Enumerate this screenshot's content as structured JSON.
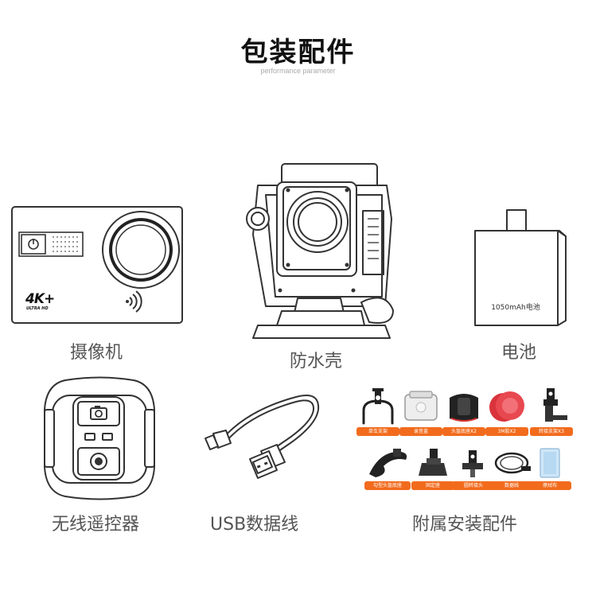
{
  "header": {
    "title": "包装配件",
    "subtitle": "performance parameter"
  },
  "items": {
    "camera": {
      "label": "摄像机",
      "badge_4k": "4K+",
      "badge_uhd": "ULTRA HD"
    },
    "housing": {
      "label": "防水壳"
    },
    "battery": {
      "label": "电池",
      "print": "1050mAh电池"
    },
    "remote": {
      "label": "无线遥控器"
    },
    "usb": {
      "label": "USB数据线"
    },
    "accessories": {
      "label": "附属安装配件",
      "parts": [
        {
          "label": "单车支架",
          "icon": "bike-mount-icon"
        },
        {
          "label": "录音盖",
          "icon": "audio-cover-icon"
        },
        {
          "label": "头盔底座X2",
          "icon": "helmet-base-icon"
        },
        {
          "label": "3M胶X2",
          "icon": "adhesive-3m-icon"
        },
        {
          "label": "转接支架X3",
          "icon": "adapter-bracket-icon"
        },
        {
          "label": "勾型头盔底座",
          "icon": "hook-helmet-base-icon"
        },
        {
          "label": "固定座",
          "icon": "fixed-base-icon"
        },
        {
          "label": "圆转接头",
          "icon": "round-adapter-icon"
        },
        {
          "label": "数据线",
          "icon": "data-cable-icon"
        },
        {
          "label": "擦拭布",
          "icon": "cleaning-cloth-icon"
        }
      ]
    }
  },
  "colors": {
    "tag_bg": "#f26b1d",
    "line": "#333333",
    "label": "#555555"
  }
}
